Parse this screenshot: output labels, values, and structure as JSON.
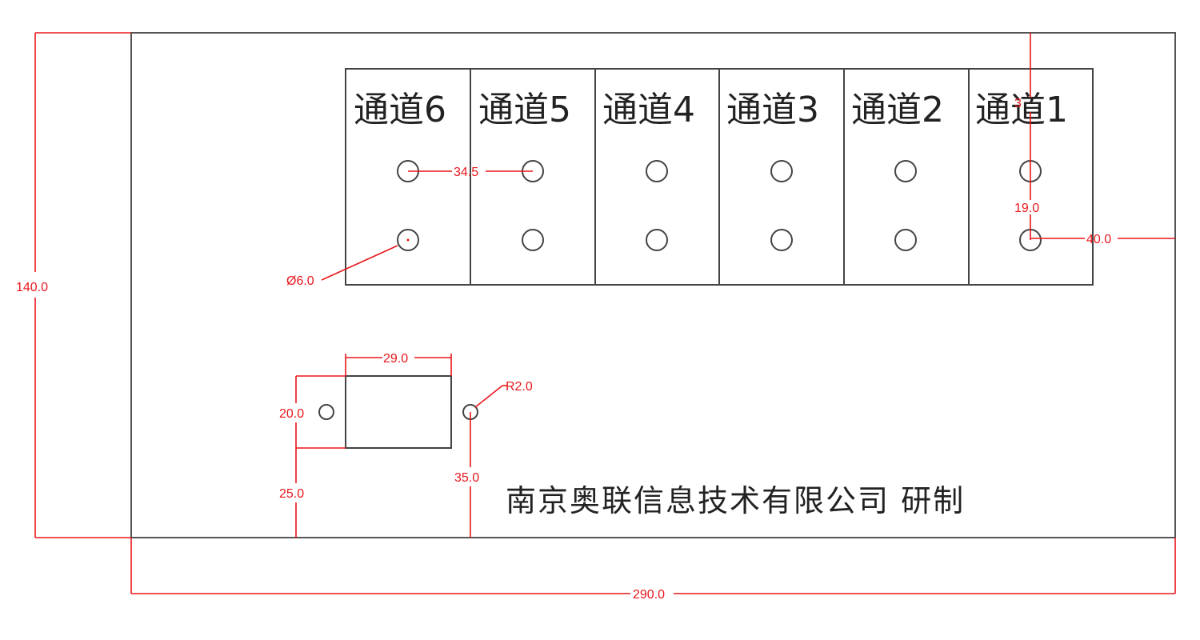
{
  "channels": [
    "通道6",
    "通道5",
    "通道4",
    "通道3",
    "通道2",
    "通道1"
  ],
  "maker_text": "南京奥联信息技术有限公司  研制",
  "dimensions": {
    "overall_height": "140.0",
    "overall_width": "290.0",
    "channel_pitch": "34.5",
    "hole_diameter": "Ø6.0",
    "hole_vertical_spacing": "19.0",
    "right_offset": "40.0",
    "top_offset": "3",
    "window_width": "29.0",
    "window_height": "20.0",
    "window_bottom_offset": "25.0",
    "mount_hole_radius": "R2.0",
    "mount_hole_offset": "35.0"
  },
  "colors": {
    "dimension": "#e8161b",
    "outline": "#555555",
    "text": "#222222"
  }
}
